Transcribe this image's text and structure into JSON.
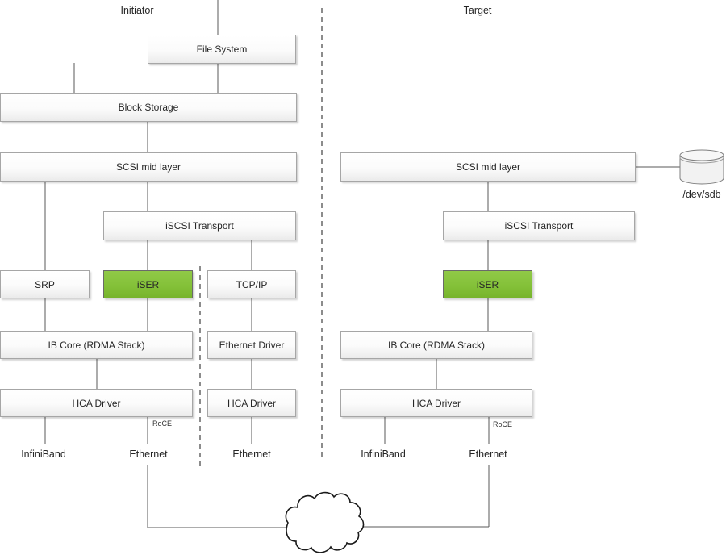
{
  "header": {
    "initiator": "Initiator",
    "target": "Target"
  },
  "boxes": {
    "file_system": "File System",
    "block_storage": "Block Storage",
    "scsi_mid_initiator": "SCSI mid layer",
    "iscsi_transport_initiator": "iSCSI Transport",
    "srp": "SRP",
    "iser_initiator": "iSER",
    "tcp_ip": "TCP/IP",
    "ib_core_initiator": "IB Core (RDMA Stack)",
    "ethernet_driver": "Ethernet Driver",
    "hca_driver_initiator": "HCA Driver",
    "hca_driver_eth": "HCA Driver",
    "scsi_mid_target": "SCSI mid layer",
    "iscsi_transport_target": "iSCSI Transport",
    "iser_target": "iSER",
    "ib_core_target": "IB Core (RDMA Stack)",
    "hca_driver_target": "HCA Driver"
  },
  "labels": {
    "roce_initiator": "RoCE",
    "roce_target": "RoCE",
    "infiniband_initiator": "InfiniBand",
    "ethernet_initiator": "Ethernet",
    "ethernet_mid": "Ethernet",
    "infiniband_target": "InfiniBand",
    "ethernet_target": "Ethernet",
    "dev_sdb": "/dev/sdb"
  },
  "colors": {
    "highlight_green_top": "#90c947",
    "highlight_green_bottom": "#77b42c",
    "box_border": "#a6a6a6",
    "connector_line": "#595959",
    "dashed_line": "#404040"
  }
}
